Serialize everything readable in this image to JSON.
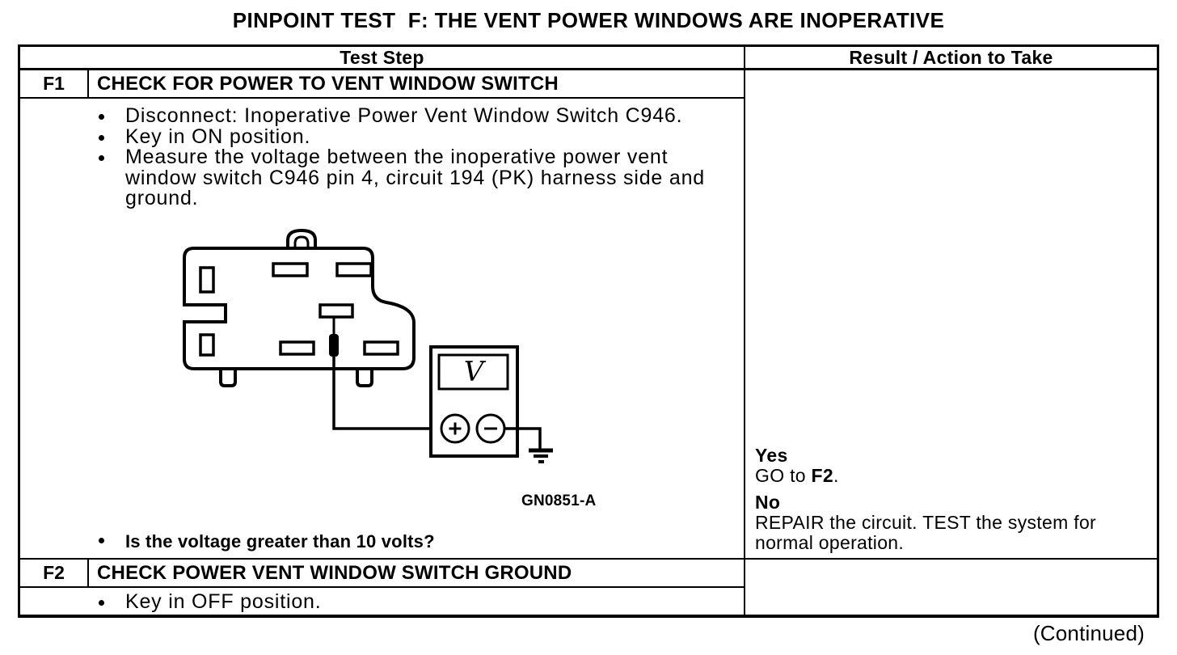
{
  "title": "PINPOINT TEST  F: THE VENT POWER WINDOWS ARE INOPERATIVE",
  "table": {
    "columns": {
      "test_step": "Test Step",
      "result": "Result / Action to Take"
    },
    "steps": [
      {
        "id": "F1",
        "name": "CHECK FOR POWER TO VENT WINDOW SWITCH",
        "bullets": [
          "Disconnect: Inoperative Power Vent Window Switch C946.",
          "Key in ON position.",
          "Measure the voltage between the inoperative power vent window switch C946 pin 4, circuit 194 (PK) harness side and ground."
        ],
        "question": "Is the voltage greater than 10 volts?",
        "figure_label": "GN0851-A",
        "result": {
          "yes_label": "Yes",
          "yes_action_prefix": "GO to ",
          "yes_action_bold": "F2",
          "yes_action_suffix": ".",
          "no_label": "No",
          "no_action": "REPAIR the circuit. TEST the system for normal operation."
        }
      },
      {
        "id": "F2",
        "name": "CHECK POWER VENT WINDOW SWITCH GROUND",
        "bullets": [
          "Key in OFF position."
        ]
      }
    ]
  },
  "figure": {
    "meter_display": "V"
  },
  "footer": {
    "continued": "(Continued)"
  }
}
